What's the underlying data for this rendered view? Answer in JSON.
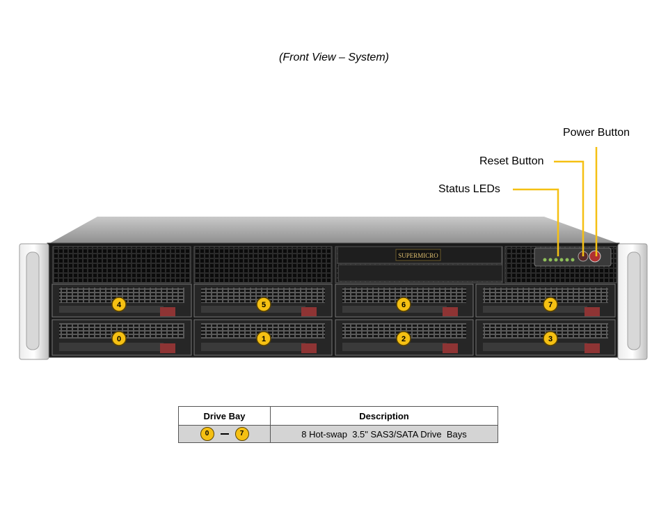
{
  "caption": "(Front View – System)",
  "callouts": {
    "power": "Power Button",
    "reset": "Reset Button",
    "status": "Status LEDs"
  },
  "brand": "SUPERMICRO",
  "bays": {
    "top_row": [
      "4",
      "5",
      "6",
      "7"
    ],
    "bottom_row": [
      "0",
      "1",
      "2",
      "3"
    ]
  },
  "table": {
    "headers": [
      "Drive Bay",
      "Description"
    ],
    "row": {
      "from": "0",
      "to": "7",
      "description": "8 Hot-swap  3.5\" SAS3/SATA Drive  Bays"
    }
  },
  "colors": {
    "accent": "#f5c013",
    "table_row_bg": "#d4d4d4"
  }
}
